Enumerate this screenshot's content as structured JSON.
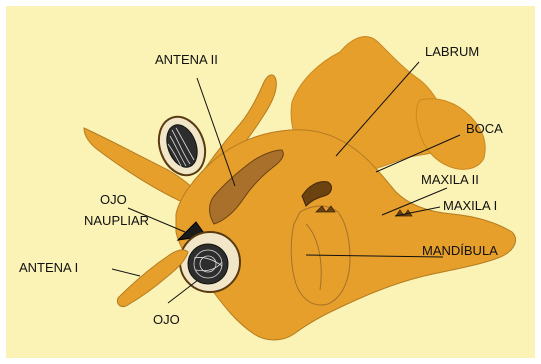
{
  "colors": {
    "background": "#fbf2b5",
    "body": "#e59f2a",
    "body_dark": "#a8702a",
    "outline": "#6b4210",
    "eye_ring": "#f1e7c8",
    "label": "#111111"
  },
  "labels": {
    "antena_ii": "ANTENA II",
    "labrum": "LABRUM",
    "boca": "BOCA",
    "maxila_ii": "MAXILA II",
    "maxila_i": "MAXILA I",
    "mandibula": "MANDÍBULA",
    "ojo_naupliar_line1": "OJO",
    "ojo_naupliar_line2": "NAUPLIAR",
    "antena_i": "ANTENA I",
    "ojo": "OJO"
  }
}
